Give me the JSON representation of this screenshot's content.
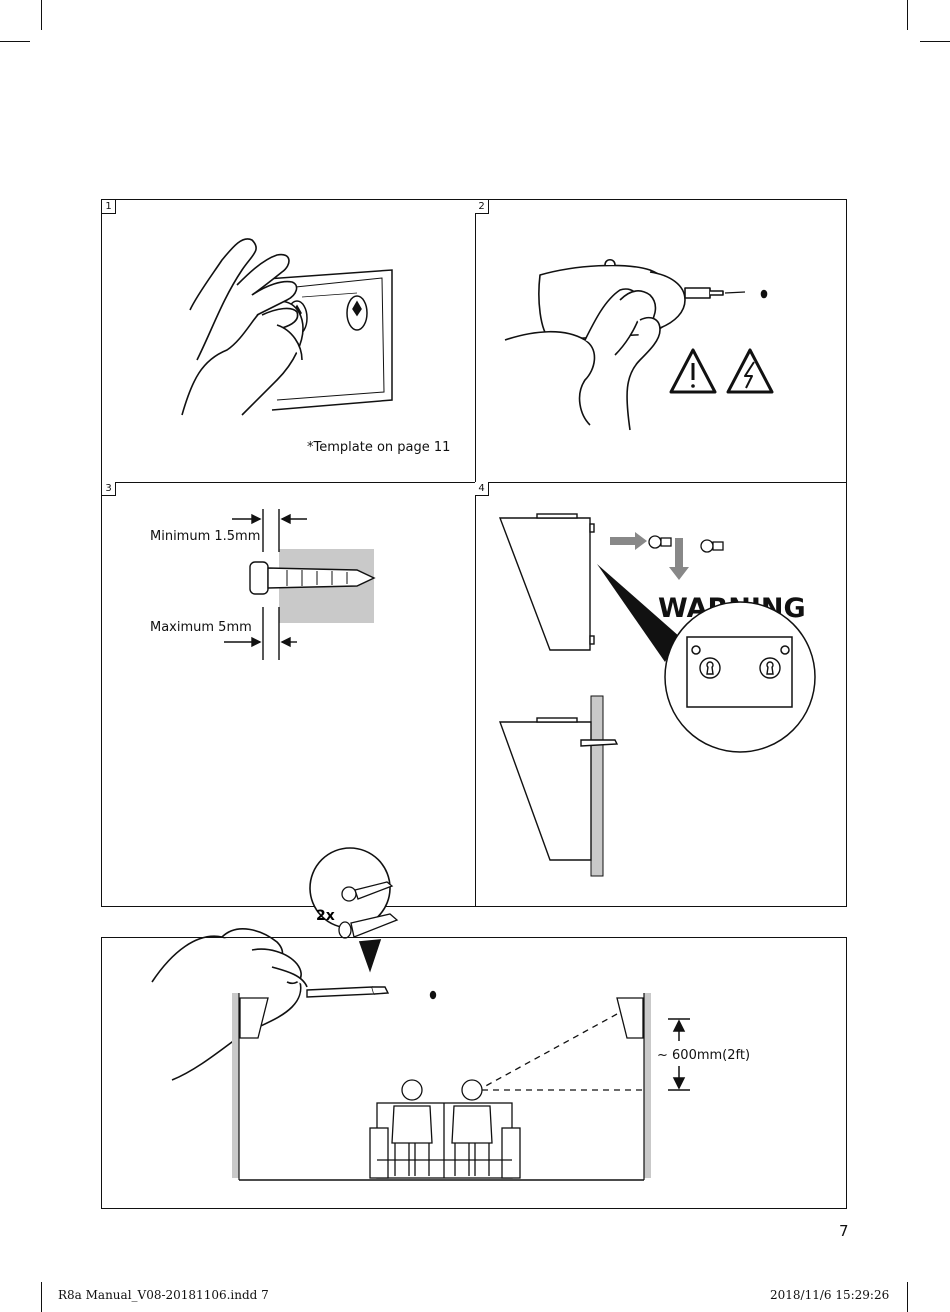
{
  "steps": [
    {
      "number": "1",
      "caption": "*Template on page 11"
    },
    {
      "number": "2",
      "caption": "WARNING"
    },
    {
      "number": "3",
      "min_label": "Minimum 1.5mm",
      "max_label": "Maximum 5mm",
      "qty_label": "2x"
    },
    {
      "number": "4"
    }
  ],
  "diagram": {
    "distance_label": "~ 600mm(2ft)"
  },
  "page_number": "7",
  "footer": {
    "left": "R8a Manual_V08-20181106.indd   7",
    "right": "2018/11/6   15:29:26"
  },
  "icons": [
    "hand-icon",
    "drill-icon",
    "warning-triangle-icon",
    "high-voltage-icon",
    "screw-icon",
    "wall-plug-icon",
    "screwdriver-icon",
    "speaker-icon",
    "keyhole-icon",
    "person-icon",
    "sofa-icon"
  ]
}
